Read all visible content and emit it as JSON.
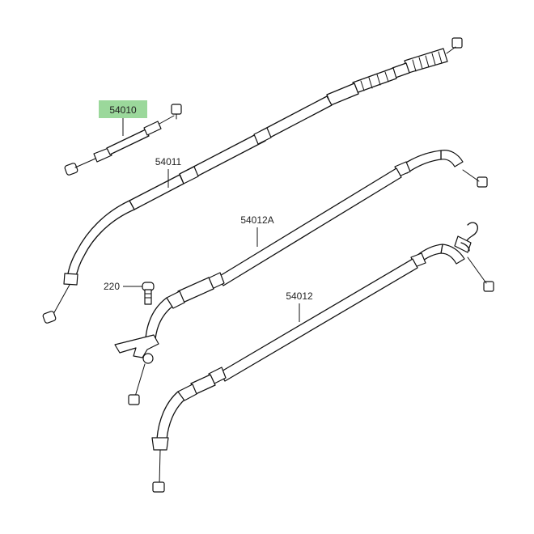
{
  "diagram": {
    "highlight_color": "#9bd89b",
    "line_color": "#111111",
    "labels": {
      "part_54010": "54010",
      "part_54011": "54011",
      "part_54012A": "54012A",
      "part_54012": "54012",
      "part_220": "220"
    }
  }
}
